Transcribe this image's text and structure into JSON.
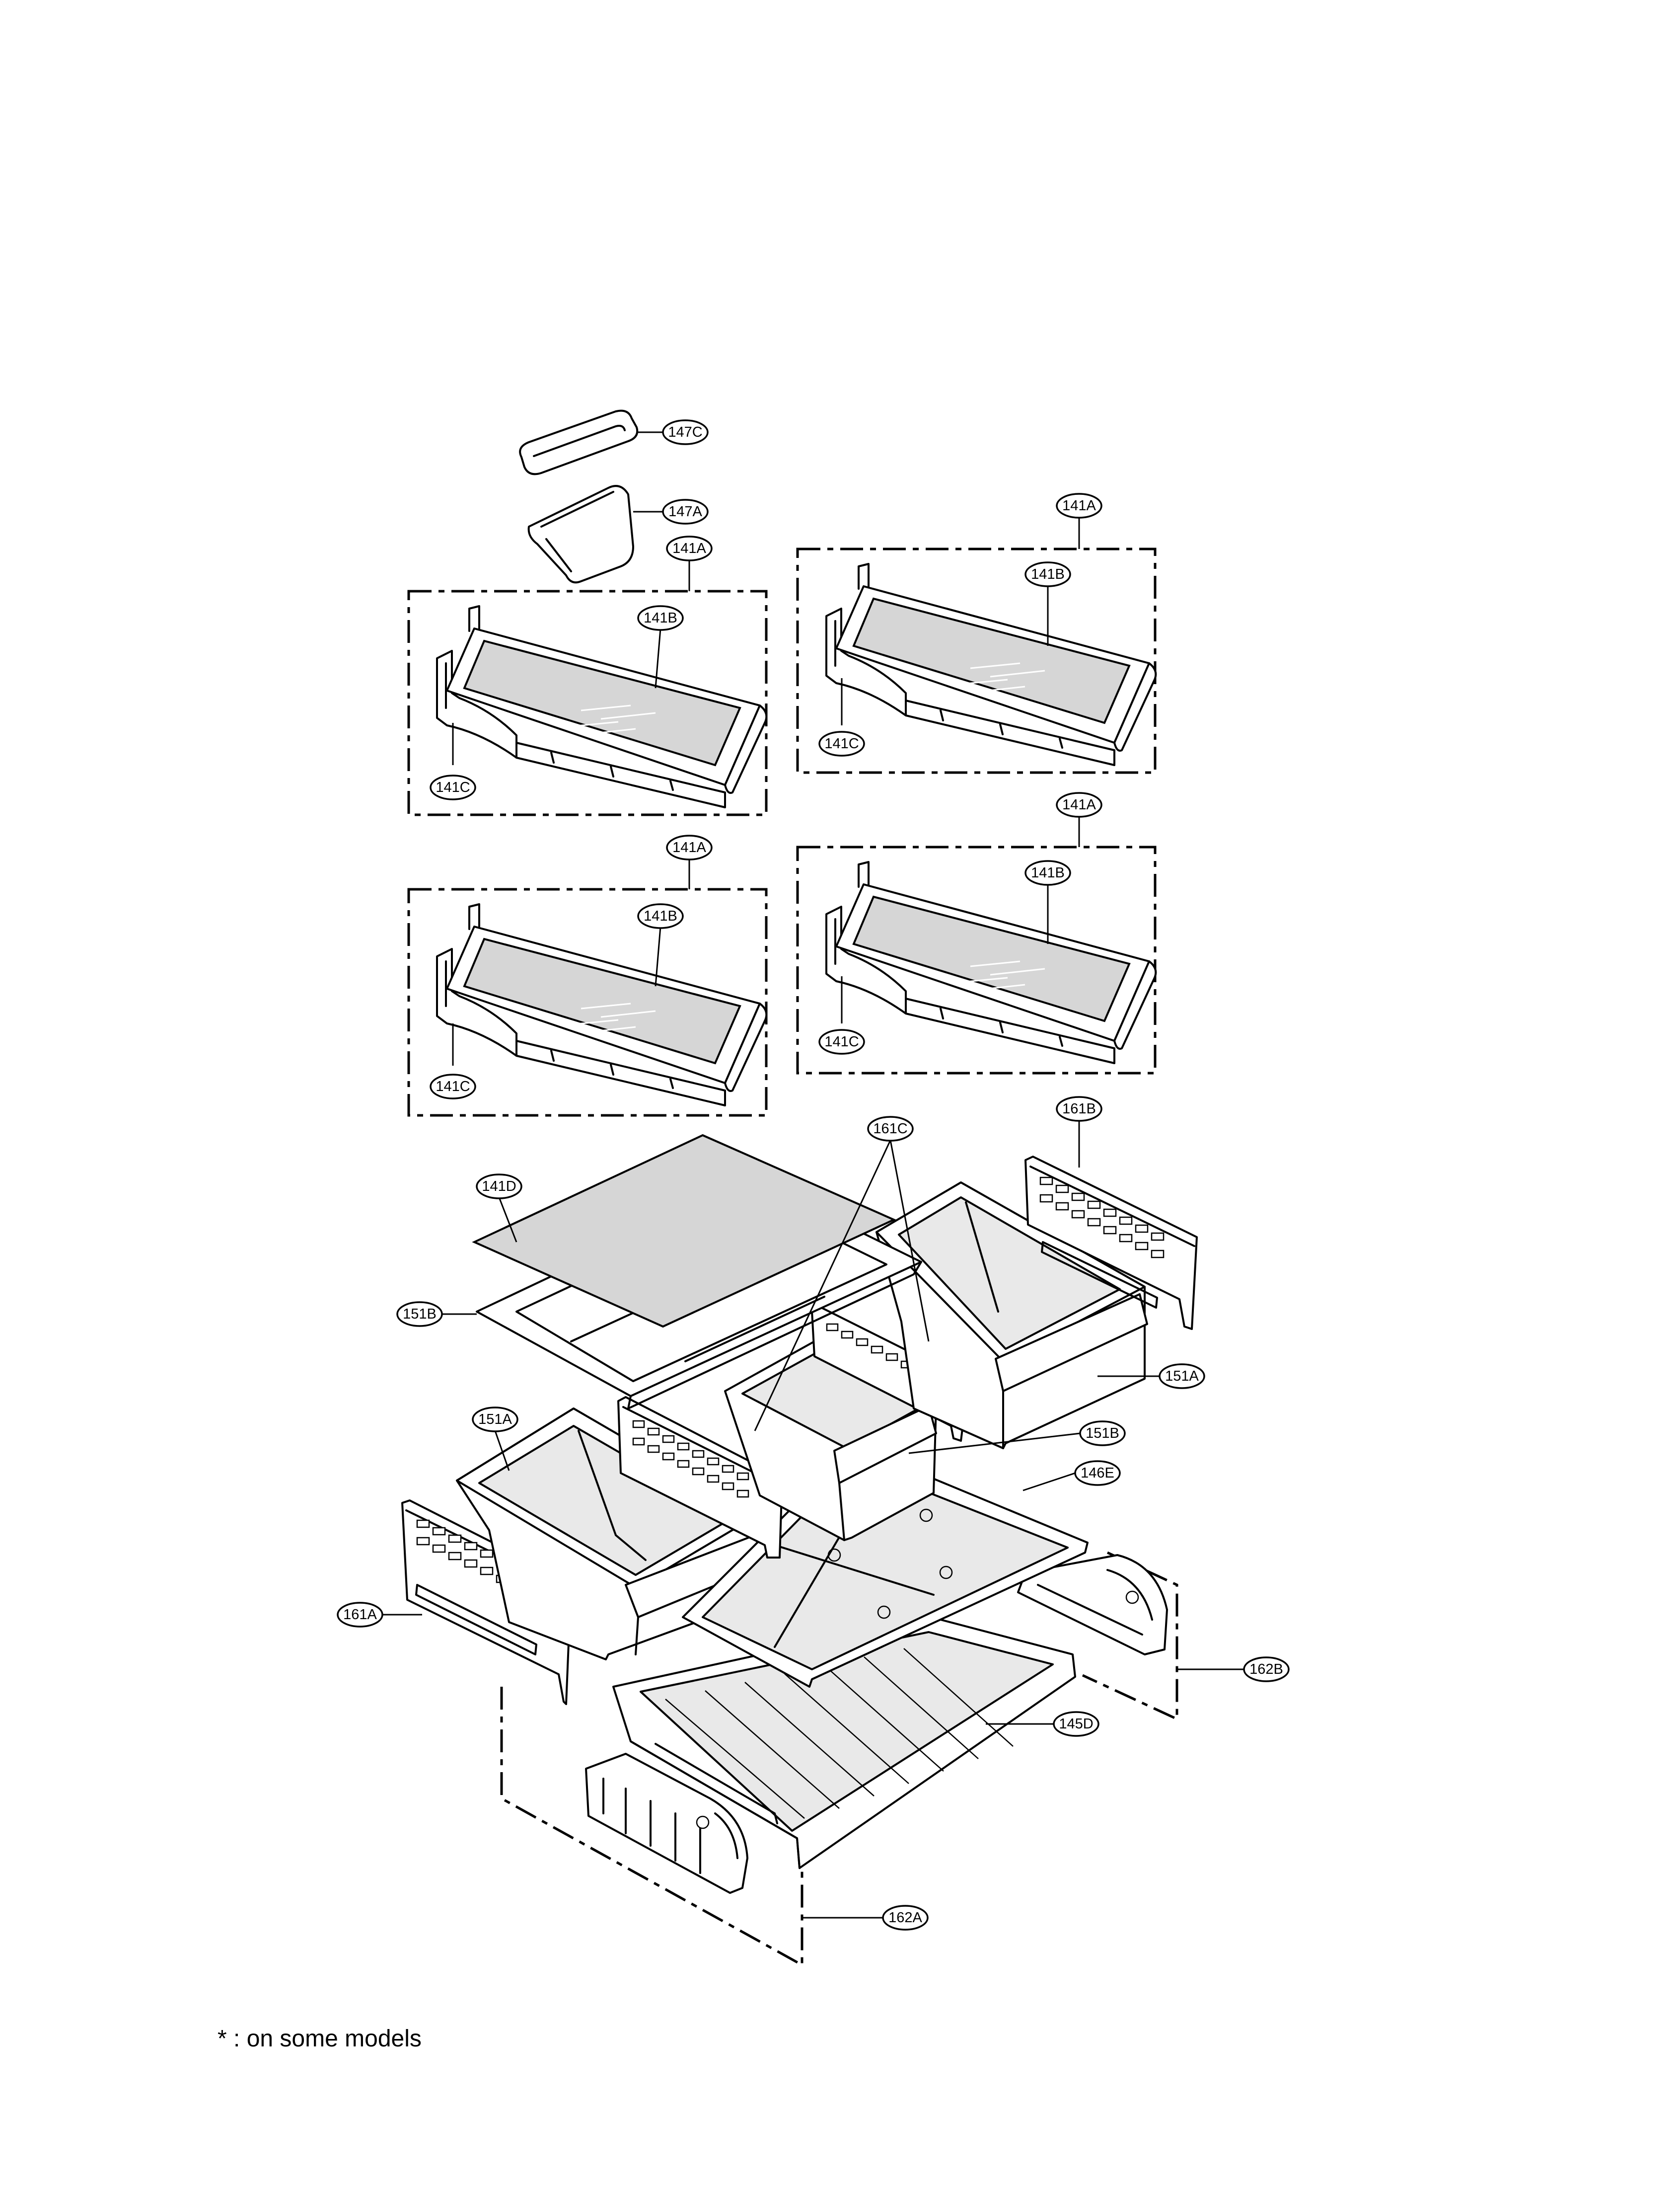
{
  "diagram": {
    "callouts": {
      "c147C": "147C",
      "c147A": "147A",
      "shelf1": {
        "a": "141A",
        "b": "141B",
        "c": "141C"
      },
      "shelf2": {
        "a": "141A",
        "b": "141B",
        "c": "141C"
      },
      "shelf3": {
        "a": "141A",
        "b": "141B",
        "c": "141C"
      },
      "shelf4": {
        "a": "141A",
        "b": "141B",
        "c": "141C"
      },
      "c141D": "141D",
      "c151B_left": "151B",
      "c161C": "161C",
      "c161B": "161B",
      "c151A_right": "151A",
      "c151A_left": "151A",
      "c151B_right": "151B",
      "c146E": "146E",
      "c161A": "161A",
      "c162B": "162B",
      "c145D": "145D",
      "c162A": "162A"
    }
  },
  "footnote": {
    "symbol": "*",
    "text": " : on some models"
  }
}
